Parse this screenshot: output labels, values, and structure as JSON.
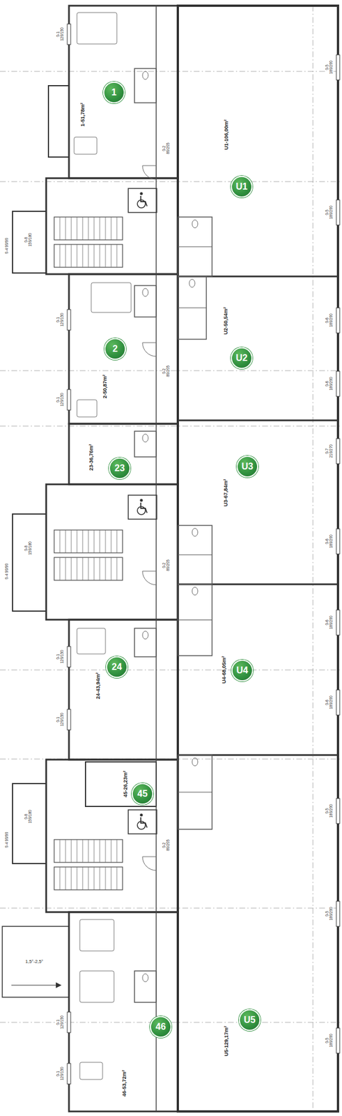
{
  "diagram": {
    "nodes": [
      {
        "text": [
          "1"
        ]
      },
      {
        "text": [
          "U1"
        ]
      },
      {
        "text": [
          "2"
        ]
      },
      {
        "text": [
          "U2"
        ]
      },
      {
        "text": [
          "23"
        ]
      },
      {
        "text": [
          "U3"
        ]
      },
      {
        "text": [
          "24"
        ]
      },
      {
        "text": [
          "U4"
        ]
      },
      {
        "text": [
          "45"
        ]
      },
      {
        "text": [
          "46"
        ]
      },
      {
        "text": [
          "U5"
        ]
      }
    ],
    "labels": [
      "1-51,78m²",
      "U1-106,00m²",
      "U2-50,54m²",
      "2-50,87m²",
      "23-36,76m²",
      "U3-67,84m²",
      "24-43,94m²",
      "U4-68,05m²",
      "45-26,23m²",
      "46-53,72m²",
      "U5-129,17m²",
      "0-5 180/200",
      "0-5 180/200",
      "0-6 180/200",
      "0-6 180/200",
      "0-7 210/270",
      "0-6 180/200",
      "0-6 180/200",
      "0-6 180/200",
      "0-5 180/200",
      "0-5 180/200",
      "0-5 180/200",
      "0-1 120/150",
      "0-8 150/180",
      "0-4 90/90",
      "0-1 120/150",
      "0-1 120/150",
      "0-8 150/180",
      "0-4 90/90",
      "0-1 120/150",
      "0-1 120/150",
      "0-8 150/180",
      "0-4 90/90",
      "0-1 120/150",
      "0-1 120/150",
      "0-2 80/205",
      "0-2 80/205",
      "0-2 80/205",
      "0-2 80/205",
      "1,5°-2,5°"
    ]
  }
}
